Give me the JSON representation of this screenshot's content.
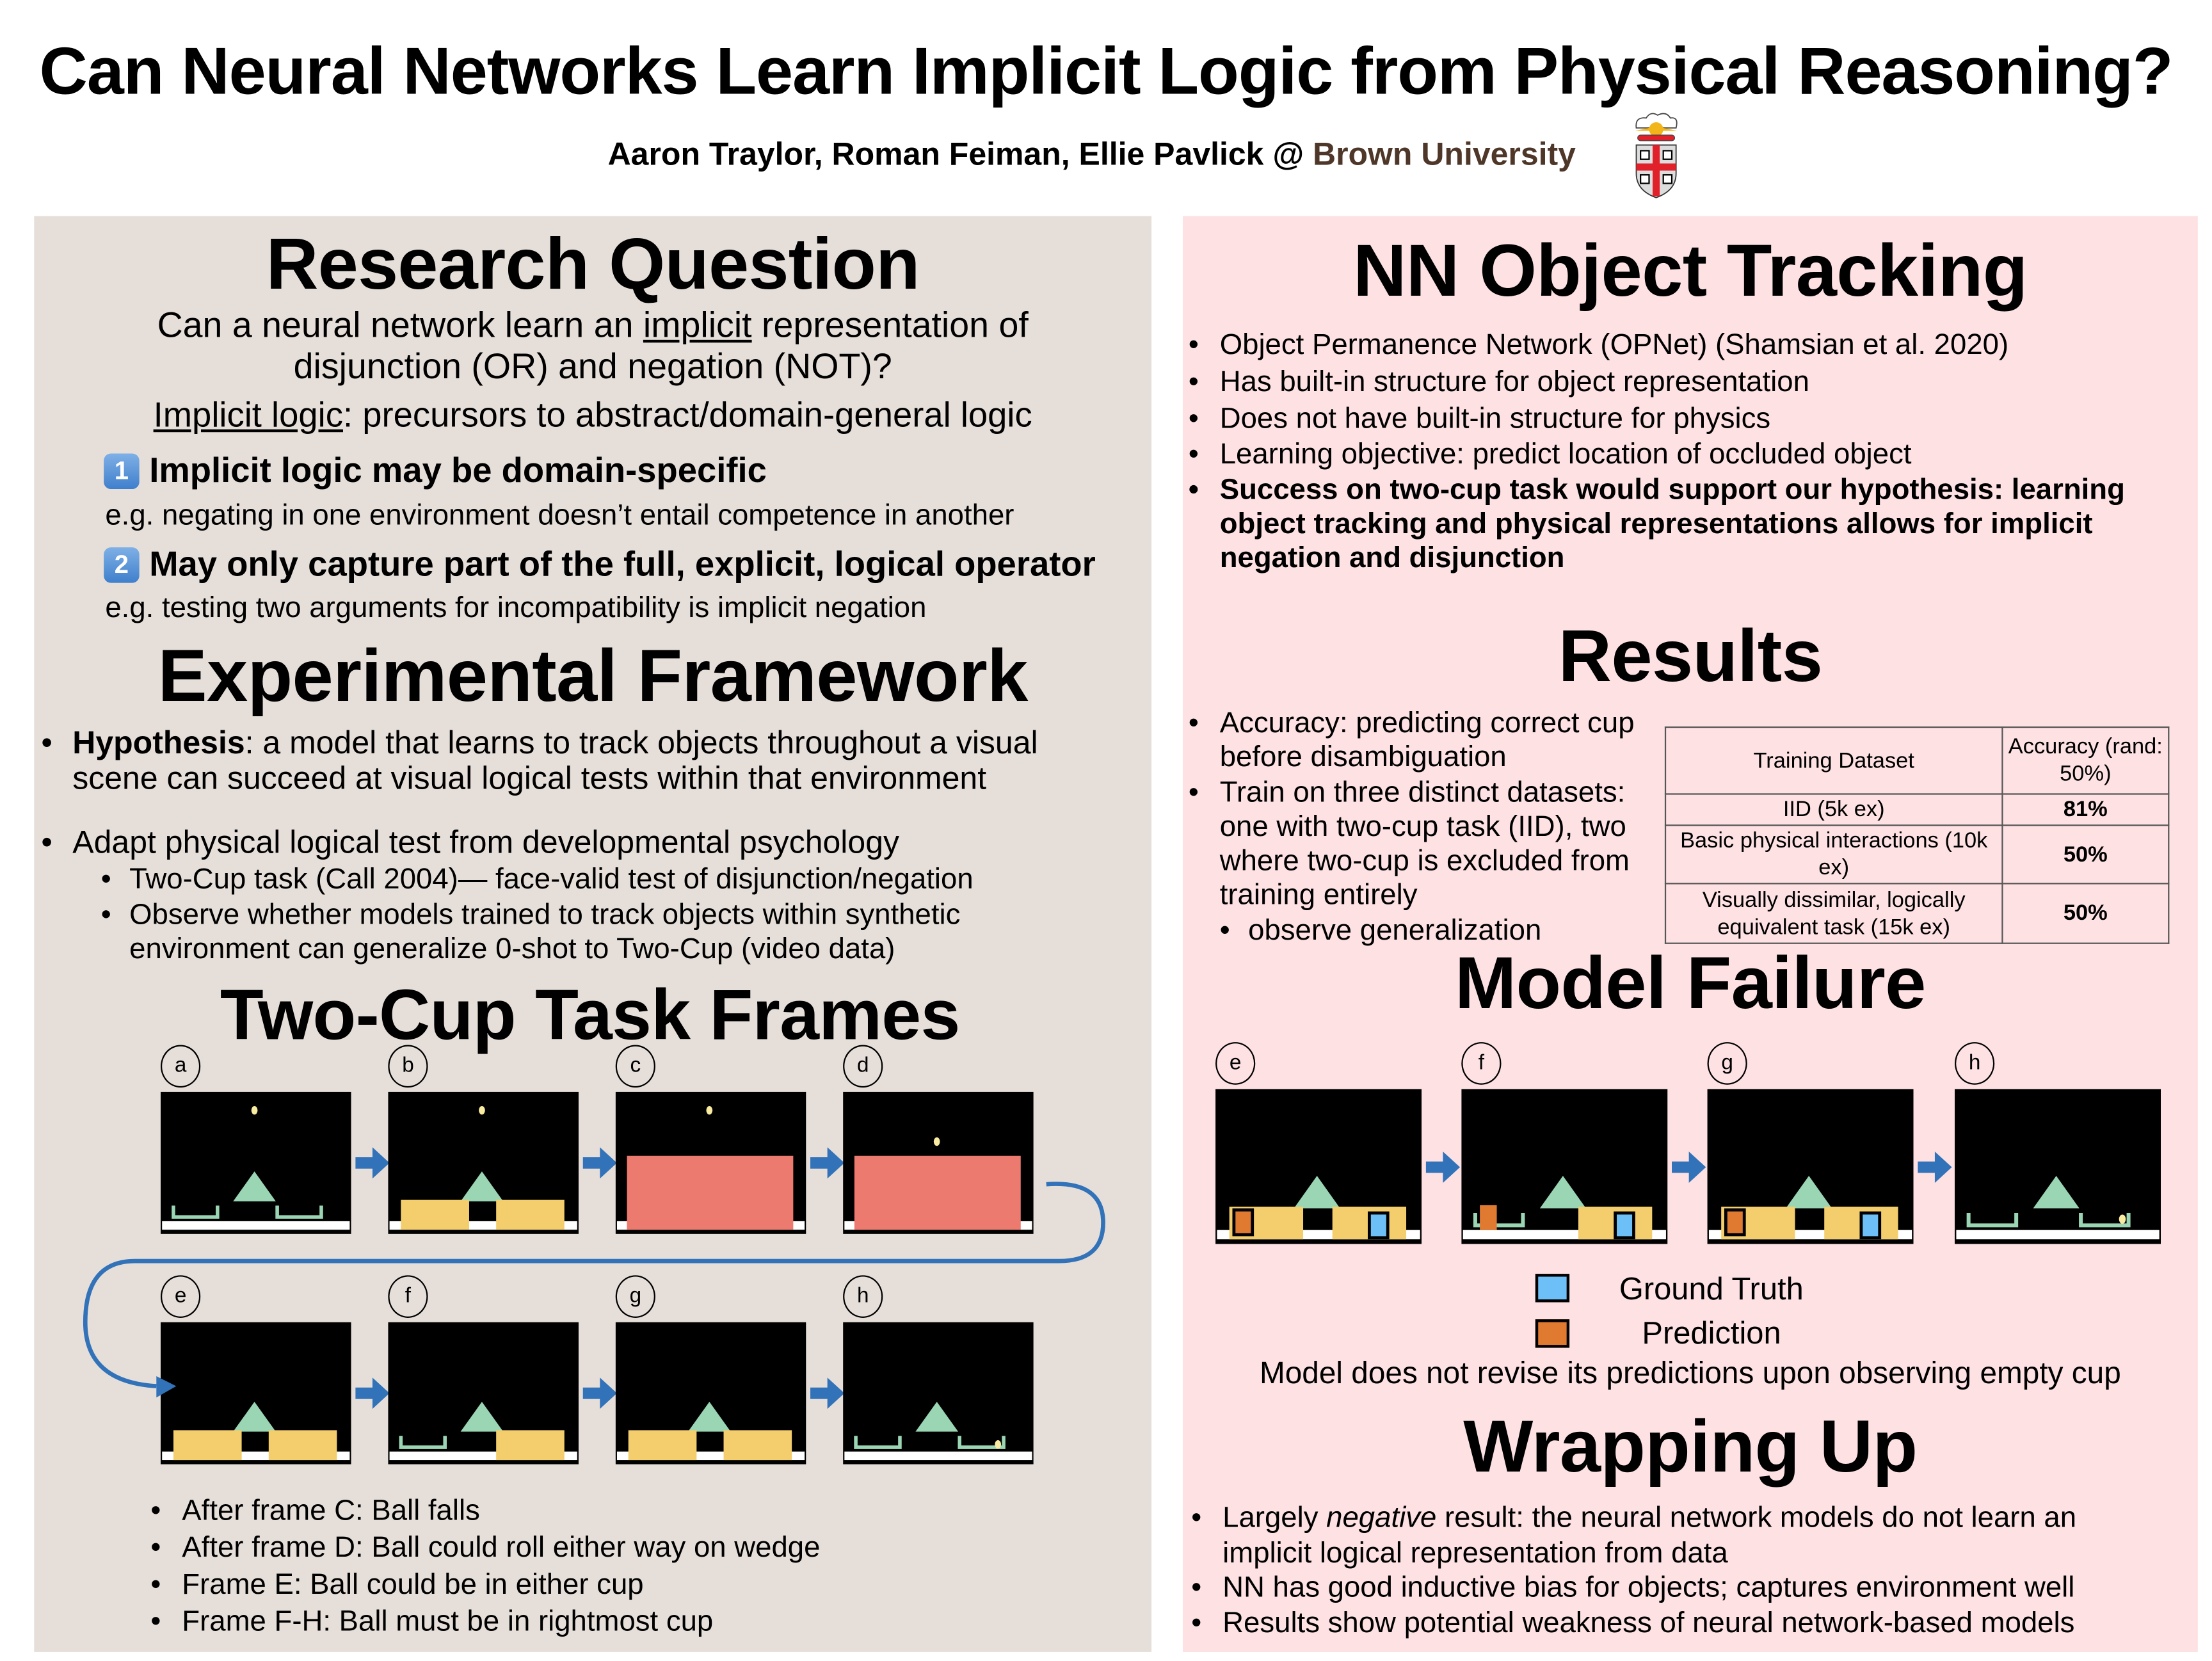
{
  "title": "Can Neural Networks Learn Implicit Logic from Physical Reasoning?",
  "authors": {
    "names": "Aaron Traylor, Roman Feiman, Ellie Pavlick @ ",
    "university": "Brown University"
  },
  "research_question": {
    "heading": "Research Question",
    "line1_pre": "Can a neural network learn an ",
    "line1_underline": "implicit",
    "line1_post": " representation of",
    "line2": "disjunction (OR) and negation (NOT)?",
    "implicit_term": "Implicit logic",
    "implicit_rest": ": precursors to abstract/domain-general logic",
    "points": [
      {
        "num": "1",
        "title": "Implicit logic may be domain-specific",
        "example": "e.g. negating in one environment doesn’t entail competence in another"
      },
      {
        "num": "2",
        "title": "May only capture part of the full, explicit, logical operator",
        "example": "e.g. testing two arguments for incompatibility is implicit negation"
      }
    ]
  },
  "framework": {
    "heading": "Experimental Framework",
    "hypothesis_term": "Hypothesis",
    "hypothesis_rest": ": a model that learns to track objects throughout a visual scene can succeed at visual logical tests within that environment",
    "adapt": "Adapt physical logical test from developmental psychology",
    "sub": [
      "Two-Cup task (Call 2004)— face-valid test of disjunction/negation",
      "Observe whether models trained to track objects within synthetic environment can generalize 0-shot to Two-Cup (video data)"
    ]
  },
  "two_cup": {
    "heading": "Two-Cup Task Frames",
    "frame_labels": [
      "a",
      "b",
      "c",
      "d",
      "e",
      "f",
      "g",
      "h"
    ],
    "notes": [
      "After frame C: Ball falls",
      "After frame D: Ball could roll either way on wedge",
      "Frame E: Ball could be in either cup",
      "Frame F-H: Ball must be in rightmost cup"
    ]
  },
  "nn_tracking": {
    "heading": "NN Object Tracking",
    "bullets": [
      "Object Permanence Network (OPNet) (Shamsian et al. 2020)",
      "Has built-in structure for object representation",
      "Does not have built-in structure for physics",
      "Learning objective: predict location of occluded object"
    ],
    "bold_bullet": "Success on two-cup task would support our hypothesis: learning object tracking and physical representations allows for implicit negation and disjunction"
  },
  "results": {
    "heading": "Results",
    "bullets": [
      "Accuracy: predicting correct cup before disambiguation",
      "Train on three distinct datasets: one with two-cup task (IID), two where two-cup is excluded from training entirely"
    ],
    "sub_bullet": "observe generalization",
    "table": {
      "headers": [
        "Training Dataset",
        "Accuracy (rand: 50%)"
      ],
      "rows": [
        {
          "dataset": "IID (5k ex)",
          "accuracy": "81%"
        },
        {
          "dataset": "Basic physical interactions (10k ex)",
          "accuracy": "50%"
        },
        {
          "dataset": "Visually dissimilar, logically equivalent task (15k ex)",
          "accuracy": "50%"
        }
      ]
    }
  },
  "model_failure": {
    "heading": "Model Failure",
    "frame_labels": [
      "e",
      "f",
      "g",
      "h"
    ],
    "legend": [
      {
        "label": "Ground Truth",
        "color": "#6dbff7"
      },
      {
        "label": "Prediction",
        "color": "#e07a30"
      }
    ],
    "caption": "Model does not revise its predictions upon observing empty cup"
  },
  "wrapping_up": {
    "heading": "Wrapping Up",
    "b1_pre": "Largely ",
    "b1_italic": "negative",
    "b1_post": " result: the neural network models do not learn an implicit logical representation from data",
    "bullets": [
      "NN has good inductive bias for objects; captures environment well",
      "Results show potential weakness of neural network-based models"
    ]
  },
  "colors": {
    "left_panel": "#e6dfd9",
    "right_panel": "#fde1e3",
    "arrow": "#3272b9",
    "brown": "#4e3629"
  }
}
